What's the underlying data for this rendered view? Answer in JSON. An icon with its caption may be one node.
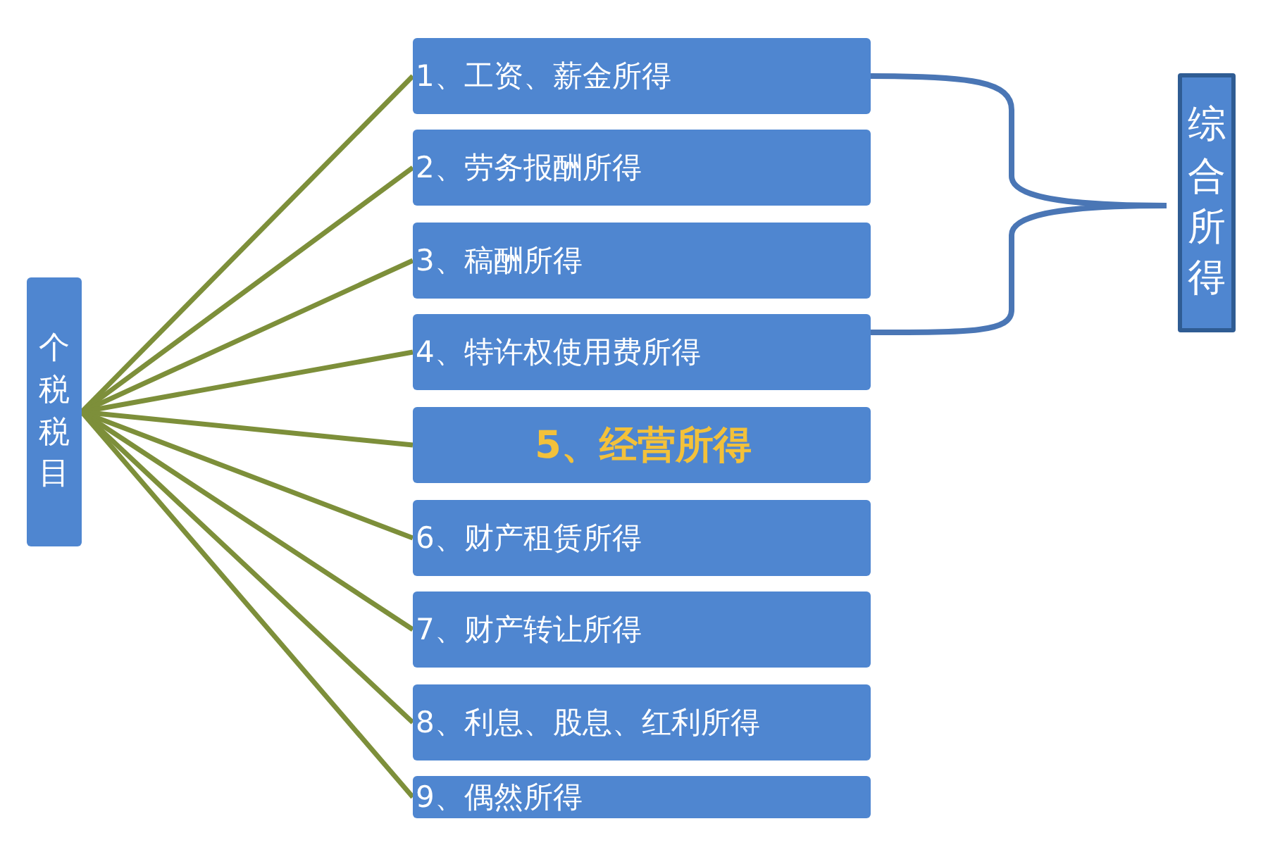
{
  "diagram": {
    "nodes": [
      {
        "text": [
          "个税税目"
        ]
      },
      {
        "text": [
          "1、工资、薪金所得"
        ]
      },
      {
        "text": [
          "2、劳务报酬所得"
        ]
      },
      {
        "text": [
          "3、稿酬所得"
        ]
      },
      {
        "text": [
          "4、特许权使用费所得"
        ]
      },
      {
        "text": [
          "5、经营所得"
        ]
      },
      {
        "text": [
          "6、财产租赁所得"
        ]
      },
      {
        "text": [
          "7、财产转让所得"
        ]
      },
      {
        "text": [
          "8、利息、股息、红利所得"
        ]
      },
      {
        "text": [
          "9、偶然所得"
        ]
      },
      {
        "text": [
          "综合所得"
        ]
      }
    ],
    "edges": [
      {
        "from": 0,
        "to": 1,
        "arrow": "none"
      },
      {
        "from": 0,
        "to": 2,
        "arrow": "none"
      },
      {
        "from": 0,
        "to": 3,
        "arrow": "none"
      },
      {
        "from": 0,
        "to": 4,
        "arrow": "none"
      },
      {
        "from": 0,
        "to": 5,
        "arrow": "none"
      },
      {
        "from": 0,
        "to": 6,
        "arrow": "none"
      },
      {
        "from": 0,
        "to": 7,
        "arrow": "none"
      },
      {
        "from": 0,
        "to": 8,
        "arrow": "none"
      },
      {
        "from": 0,
        "to": 9,
        "arrow": "none"
      }
    ]
  }
}
